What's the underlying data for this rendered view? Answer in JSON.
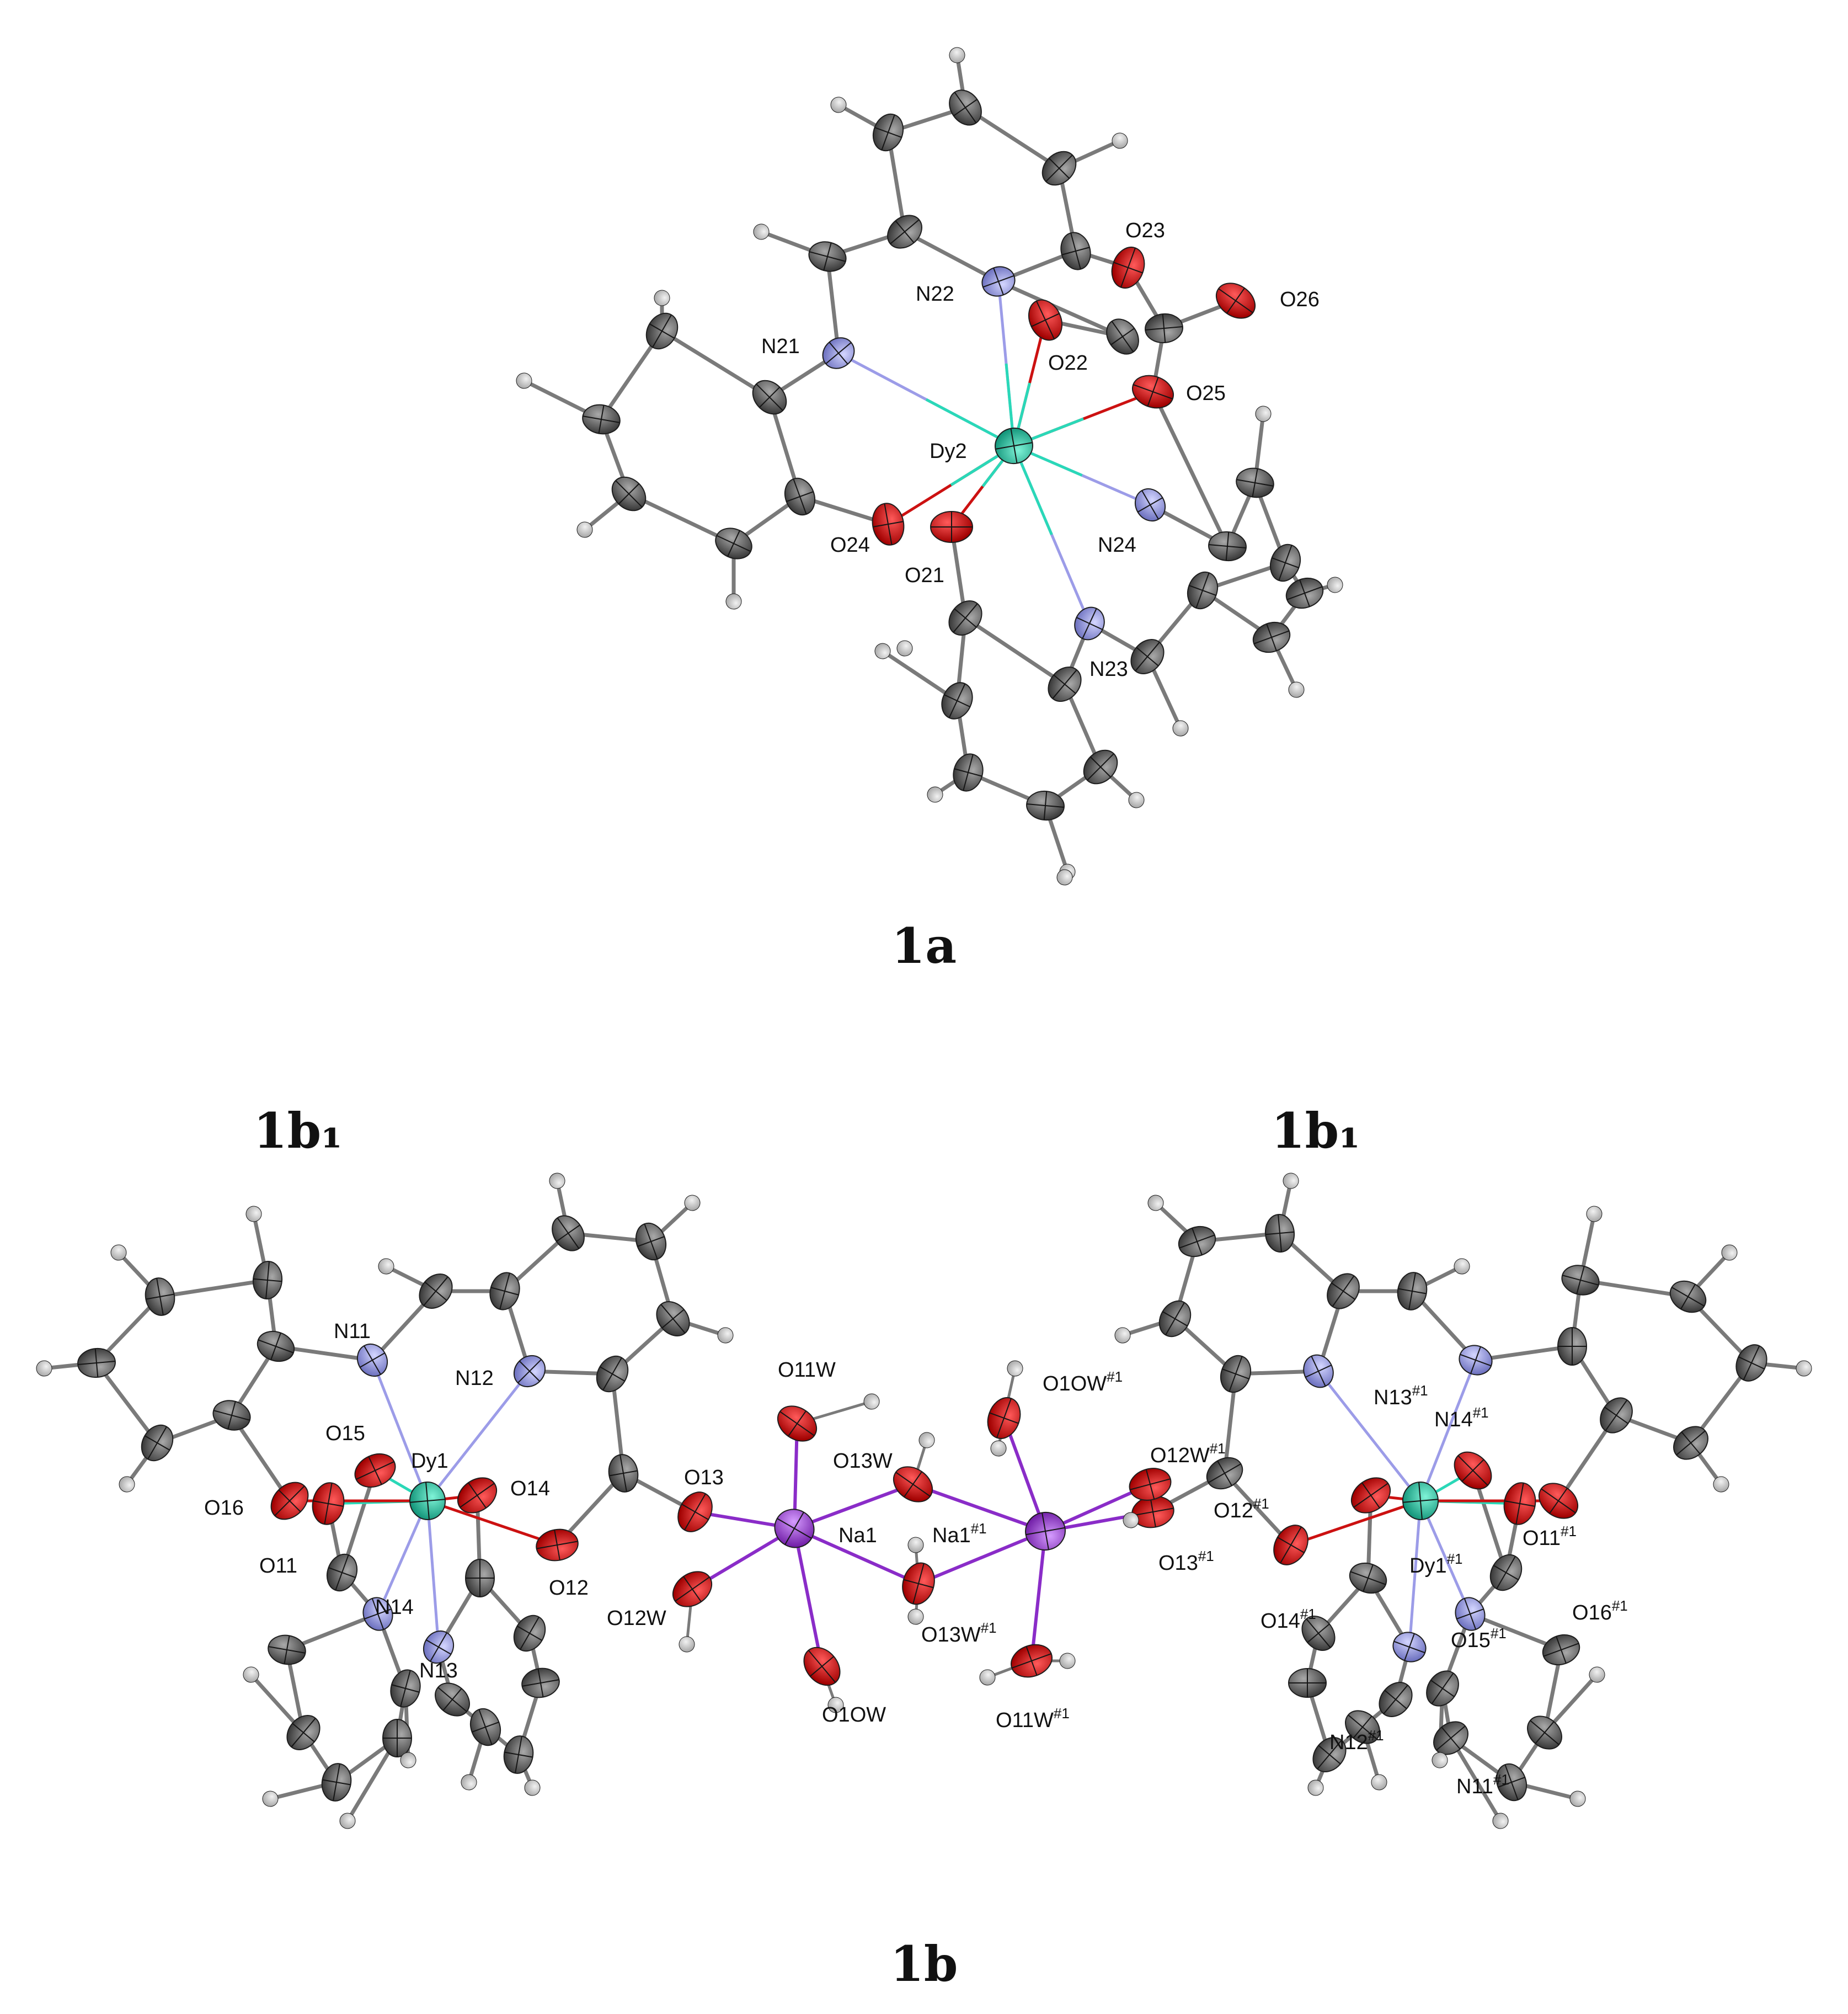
{
  "colors": {
    "background": "#ffffff",
    "carbon": "#5b5b5b",
    "hydrogen": "#c9c9c9",
    "nitrogen": "#8f93d6",
    "oxygen": "#d40000",
    "dysprosium": "#29c7a4",
    "sodium": "#a24fd6",
    "bond_C_C": "#7a7a7a",
    "bond_Dy": "#2ad8b8",
    "bond_O": "#cc1111",
    "bond_N": "#9c9ce8",
    "bond_Na": "#8a2cc8"
  },
  "panels": {
    "a": {
      "title": "1a"
    },
    "b1_left": {
      "title": "1b₁"
    },
    "b1_right": {
      "title": "1b₁"
    },
    "b": {
      "title": "1b"
    }
  },
  "atom_labels": {
    "a": {
      "O23": "O23",
      "O26": "O26",
      "N22": "N22",
      "O22": "O22",
      "N21": "N21",
      "O25": "O25",
      "Dy2": "Dy2",
      "O24": "O24",
      "O21": "O21",
      "N24": "N24",
      "N23": "N23"
    },
    "b": {
      "N11": "N11",
      "N12": "N12",
      "O15": "O15",
      "Dy1": "Dy1",
      "O14": "O14",
      "O16": "O16",
      "O11": "O11",
      "O12": "O12",
      "N14": "N14",
      "N13": "N13",
      "O11W": "O11W",
      "O13W": "O13W",
      "O13": "O13",
      "Na1": "Na1",
      "O12W": "O12W",
      "O1OW": "O1OW",
      "O10W_1": "O1OW",
      "O12W_1": "O12W",
      "Na1_1": "Na1",
      "O13W_1": "O13W",
      "O11W_1": "O11W",
      "N13_1": "N13",
      "N14_1": "N14",
      "O12_1": "O12",
      "O13_1": "O13",
      "O11_1": "O11",
      "Dy1_1": "Dy1",
      "O14_1": "O14",
      "O16_1": "O16",
      "O15_1": "O15",
      "N12_1": "N12",
      "N11_1": "N11"
    },
    "symmetry_suffix": "#1"
  }
}
